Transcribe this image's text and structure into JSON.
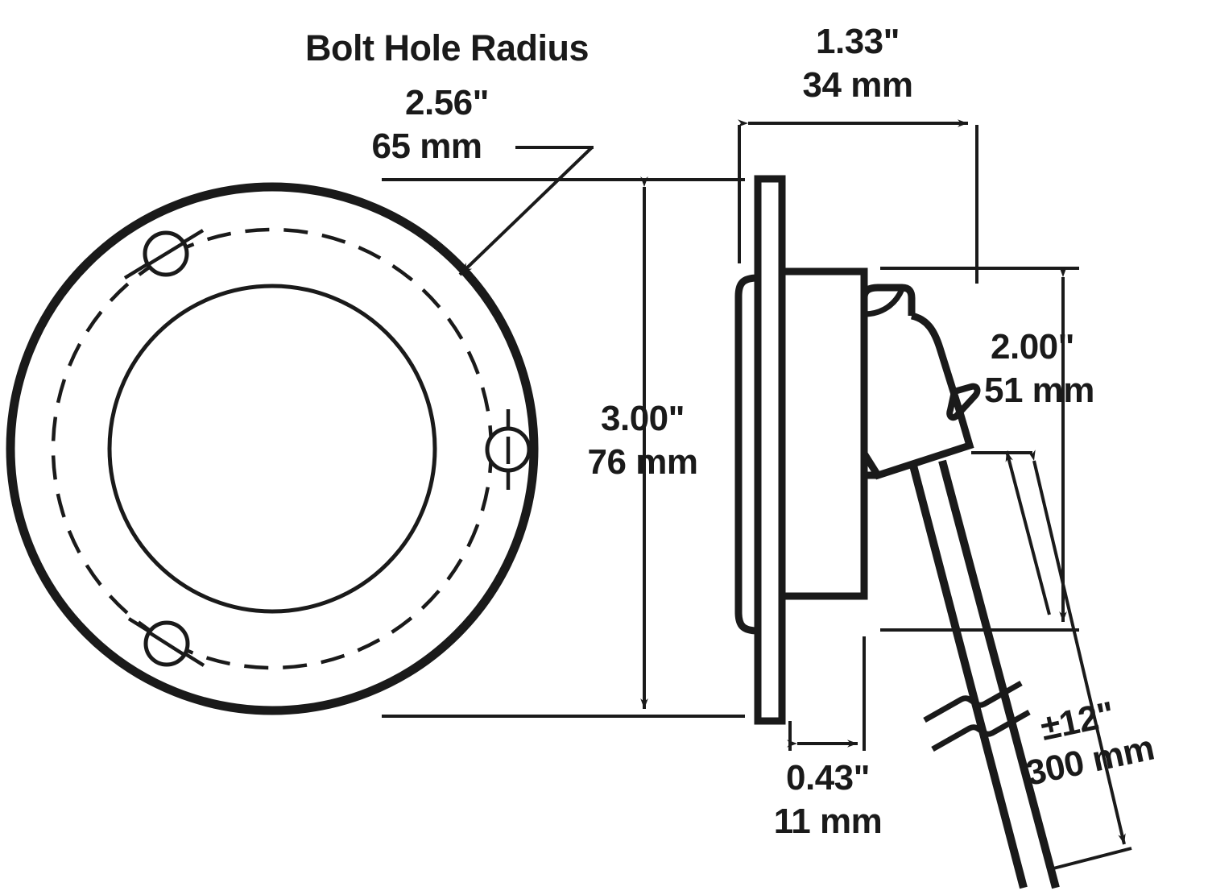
{
  "drawing": {
    "type": "engineering-dimension-drawing",
    "subject": "round flange-mount lamp with pigtail wire",
    "background_color": "#ffffff",
    "line_color": "#1a1a1a",
    "views": [
      {
        "name": "front-view",
        "shape": "circular flange with 3 bolt holes on a dashed bolt circle"
      },
      {
        "name": "side-view",
        "shape": "cross-section profile with connector and wire lead"
      }
    ]
  },
  "annotations": {
    "bolt_hole_radius": {
      "title": "Bolt Hole Radius",
      "inches": "2.56\"",
      "mm": "65 mm"
    },
    "depth": {
      "inches": "1.33\"",
      "mm": "34 mm"
    },
    "diameter": {
      "inches": "3.00\"",
      "mm": "76 mm"
    },
    "connector_height": {
      "inches": "2.00\"",
      "mm": "51 mm"
    },
    "flange_thickness": {
      "inches": "0.43\"",
      "mm": "11 mm"
    },
    "wire_length": {
      "inches": "±12\"",
      "mm": "300 mm"
    }
  }
}
